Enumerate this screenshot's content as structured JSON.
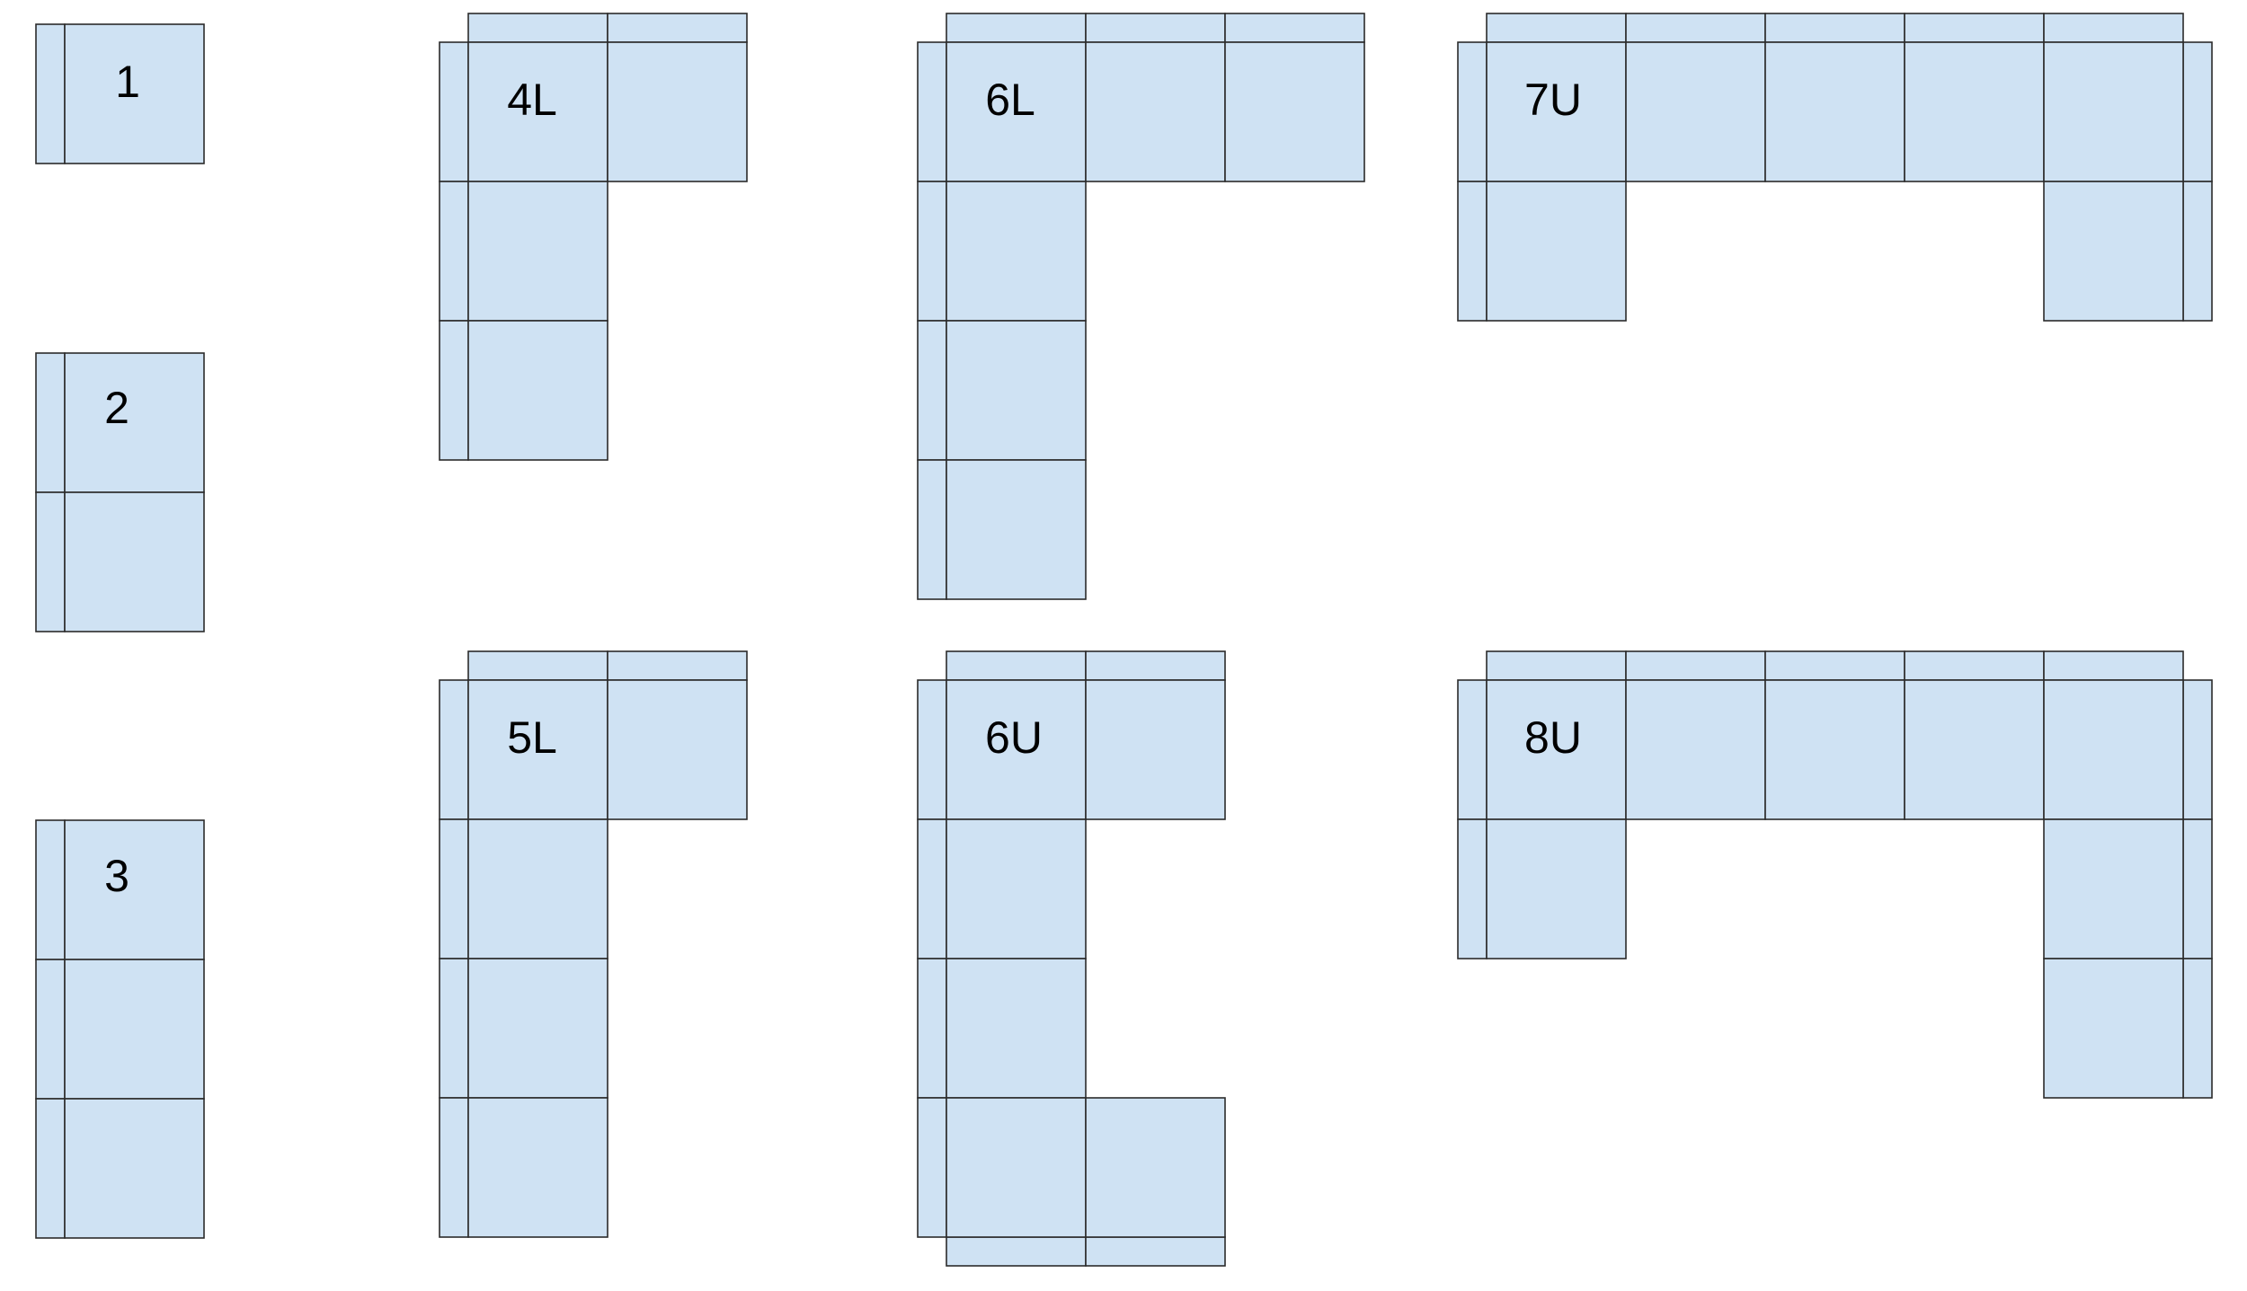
{
  "colors": {
    "fill": "#cfe2f3",
    "stroke": "#2b2b2b",
    "text": "#000000",
    "background": "#ffffff"
  },
  "configurations": [
    {
      "id": "1",
      "label": "1"
    },
    {
      "id": "2",
      "label": "2"
    },
    {
      "id": "3",
      "label": "3"
    },
    {
      "id": "4L",
      "label": "4L"
    },
    {
      "id": "5L",
      "label": "5L"
    },
    {
      "id": "6L",
      "label": "6L"
    },
    {
      "id": "6U",
      "label": "6U"
    },
    {
      "id": "7U",
      "label": "7U"
    },
    {
      "id": "8U",
      "label": "8U"
    }
  ]
}
